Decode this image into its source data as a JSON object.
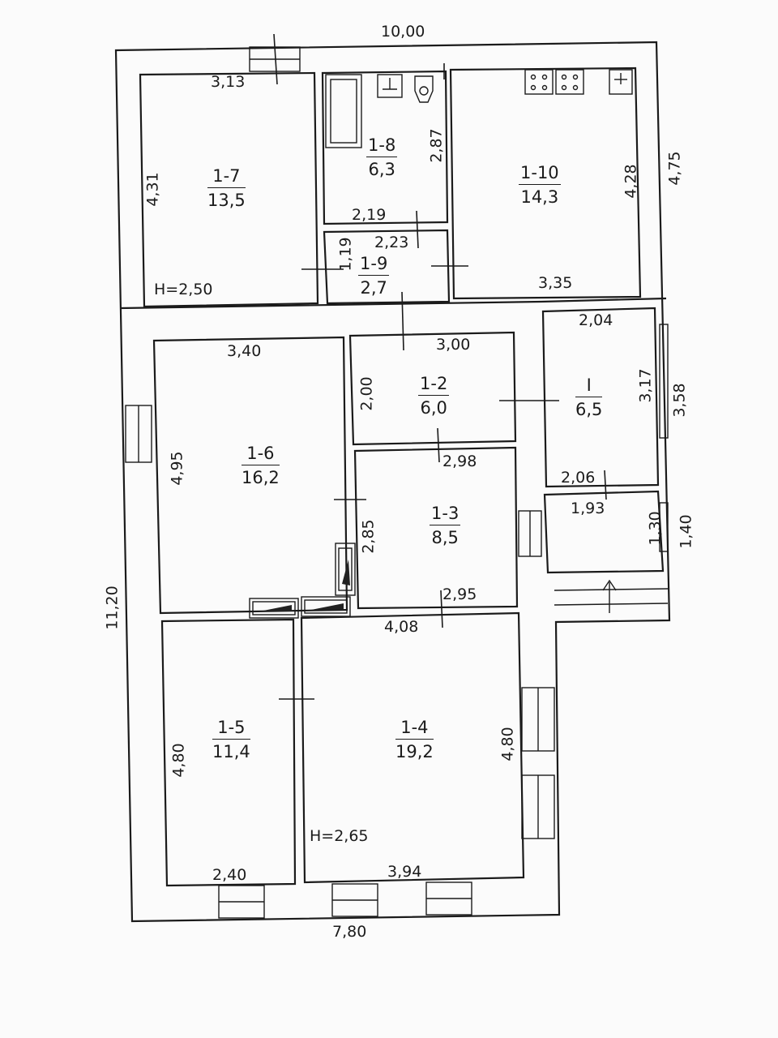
{
  "plan": {
    "overall": {
      "top_width": "10,00",
      "right_height": "4,75",
      "left_height": "11,20",
      "bottom_width": "7,80"
    },
    "ceiling_heights": {
      "top": "H=2,50",
      "bottom": "H=2,65"
    },
    "rooms": [
      {
        "id": "1-7",
        "area": "13,5"
      },
      {
        "id": "1-8",
        "area": "6,3"
      },
      {
        "id": "1-9",
        "area": "2,7"
      },
      {
        "id": "1-10",
        "area": "14,3"
      },
      {
        "id": "1-6",
        "area": "16,2"
      },
      {
        "id": "1-2",
        "area": "6,0"
      },
      {
        "id": "1-3",
        "area": "8,5"
      },
      {
        "id": "I",
        "area": "6,5"
      },
      {
        "id": "1-5",
        "area": "11,4"
      },
      {
        "id": "1-4",
        "area": "19,2"
      }
    ],
    "dimensions": {
      "r17_width": "3,13",
      "r17_height": "4,31",
      "r18_height": "2,87",
      "r19_width_top": "2,19",
      "r19_width": "2,23",
      "r19_height": "1,19",
      "r110_height": "4,28",
      "r110_width": "3,35",
      "rI_width_top": "2,04",
      "rI_height": "3,17",
      "rI_outer_height": "3,58",
      "rI_width_bottom": "2,06",
      "porch_width": "1,93",
      "porch_height": "1,30",
      "porch_outer_height": "1,40",
      "r16_width": "3,40",
      "r16_height": "4,95",
      "r12_width": "3,00",
      "r12_height": "2,00",
      "r13_width_top": "2,98",
      "r13_height": "2,85",
      "r13_width_bottom": "2,95",
      "r14_width_top": "4,08",
      "r14_height": "4,80",
      "r14_width_bottom": "3,94",
      "r15_height": "4,80",
      "r15_width": "2,40"
    }
  }
}
